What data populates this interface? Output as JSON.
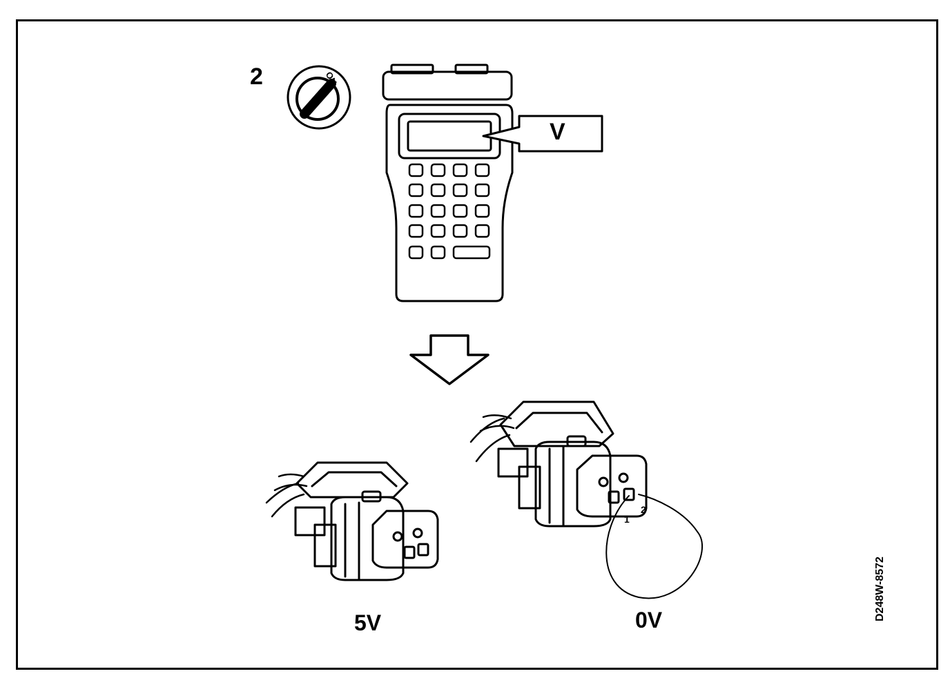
{
  "figure": {
    "step_number": "2",
    "key_position": "ON",
    "display_reading": "V",
    "left_connector_voltage": "5V",
    "right_connector_voltage": "0V",
    "pin_1": "1",
    "pin_2": "2",
    "figure_code": "D248W-8572"
  },
  "colors": {
    "ink": "#000000",
    "paper": "#ffffff"
  },
  "icons": [
    "ignition-key-icon",
    "scan-tool-icon",
    "arrow-down-icon",
    "connector-icon",
    "jumper-wire-icon"
  ]
}
